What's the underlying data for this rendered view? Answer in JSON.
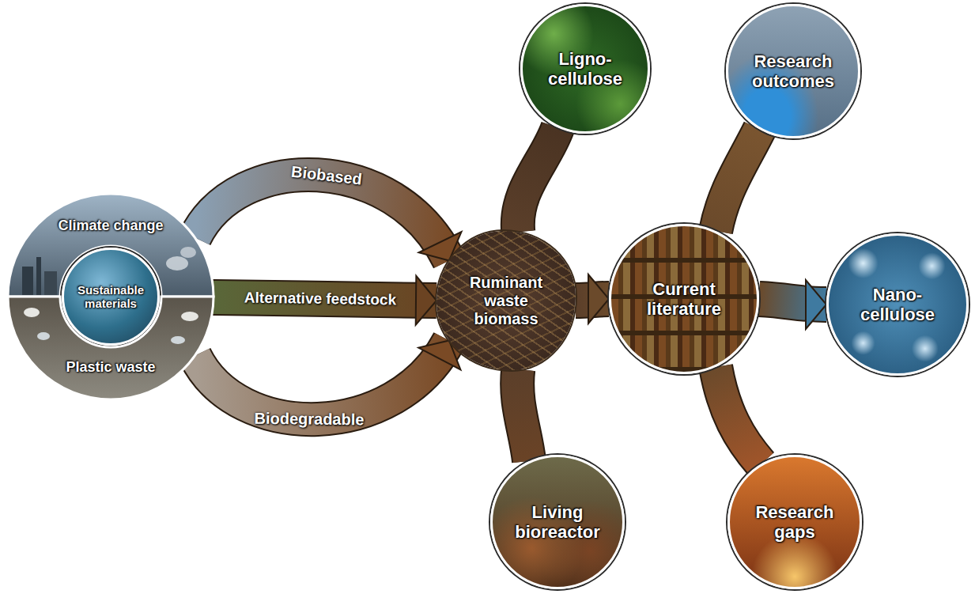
{
  "diagram": {
    "nodes": [
      {
        "text": [
          "Climate change"
        ]
      },
      {
        "text": [
          "Sustainable materials"
        ]
      },
      {
        "text": [
          "Plastic waste"
        ]
      },
      {
        "text": [
          "Ligno- cellulose"
        ]
      },
      {
        "text": [
          "Ruminant waste biomass"
        ]
      },
      {
        "text": [
          "Living bioreactor"
        ]
      },
      {
        "text": [
          "Research outcomes"
        ]
      },
      {
        "text": [
          "Current literature"
        ]
      },
      {
        "text": [
          "Nano- cellulose"
        ]
      },
      {
        "text": [
          "Research gaps"
        ]
      }
    ],
    "edges": [
      {
        "from": 0,
        "to": 4,
        "label": "Biobased",
        "arrow": "to"
      },
      {
        "from": 1,
        "to": 4,
        "label": "Alternative feedstock",
        "arrow": "to"
      },
      {
        "from": 2,
        "to": 4,
        "label": "Biodegradable",
        "arrow": "to"
      },
      {
        "from": 4,
        "to": 3,
        "arrow": "none"
      },
      {
        "from": 4,
        "to": 5,
        "arrow": "none"
      },
      {
        "from": 4,
        "to": 7,
        "arrow": "to"
      },
      {
        "from": 7,
        "to": 6,
        "arrow": "none"
      },
      {
        "from": 7,
        "to": 8,
        "arrow": "to"
      },
      {
        "from": 7,
        "to": 9,
        "arrow": "none"
      }
    ]
  }
}
